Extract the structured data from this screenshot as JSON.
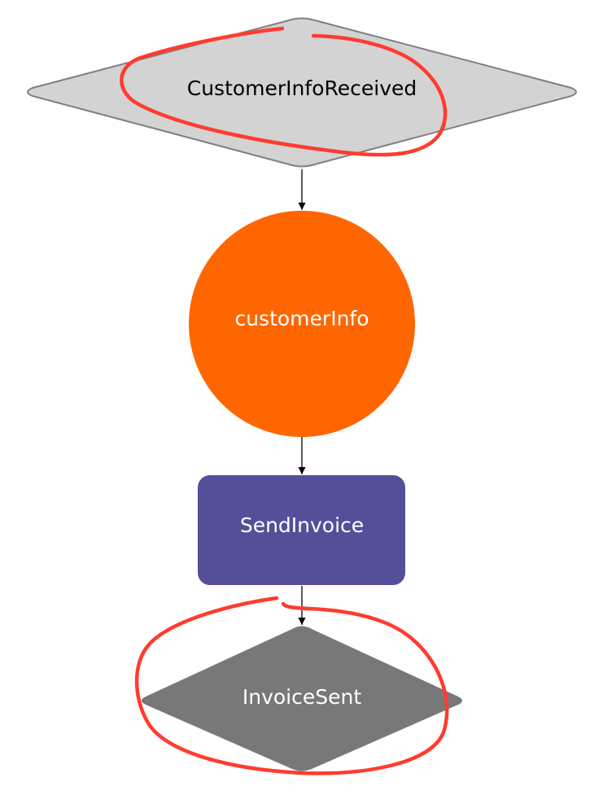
{
  "diagram": {
    "nodes": [
      {
        "id": "customer-info-received",
        "label": "CustomerInfoReceived",
        "shape": "diamond",
        "fill": "#d3d3d3",
        "stroke": "#808080",
        "text_color": "#000000"
      },
      {
        "id": "customer-info",
        "label": "customerInfo",
        "shape": "circle",
        "fill": "#ff6600",
        "text_color": "#ffffff"
      },
      {
        "id": "send-invoice",
        "label": "SendInvoice",
        "shape": "rounded-rectangle",
        "fill": "#544f99",
        "text_color": "#ffffff"
      },
      {
        "id": "invoice-sent",
        "label": "InvoiceSent",
        "shape": "diamond",
        "fill": "#787878",
        "text_color": "#ffffff"
      }
    ],
    "edges": [
      {
        "from": "customer-info-received",
        "to": "customer-info"
      },
      {
        "from": "customer-info",
        "to": "send-invoice"
      },
      {
        "from": "send-invoice",
        "to": "invoice-sent"
      }
    ],
    "annotations": [
      {
        "type": "hand-drawn-circle",
        "target": "customer-info-received",
        "color": "#ff3b30"
      },
      {
        "type": "hand-drawn-circle",
        "target": "invoice-sent",
        "color": "#ff3b30"
      }
    ]
  }
}
